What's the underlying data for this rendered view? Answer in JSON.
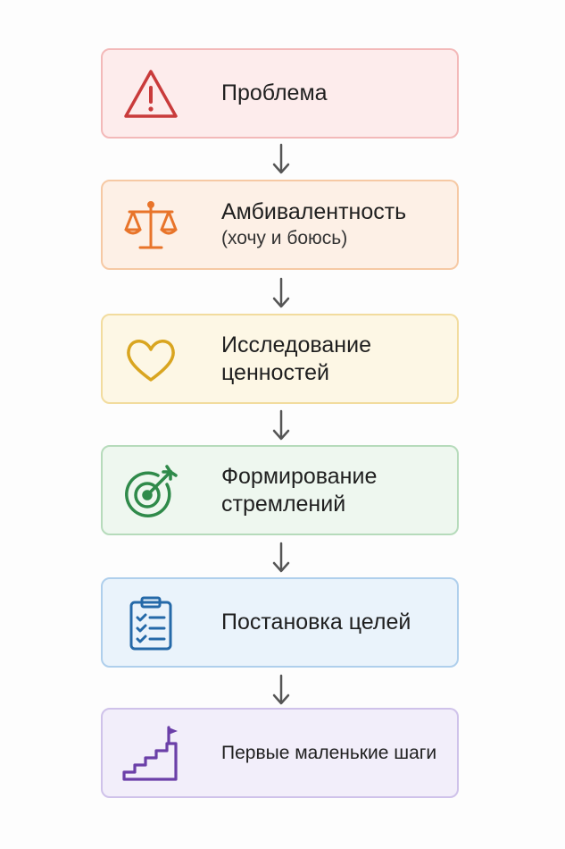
{
  "steps": [
    {
      "label": "Проблема",
      "icon": "warning-icon",
      "color": "#c93b3b"
    },
    {
      "label": "Амбивалентность",
      "sublabel": "(хочу и боюсь)",
      "icon": "scales-icon",
      "color": "#e8742a"
    },
    {
      "label_lines": [
        "Исследование",
        "ценностей"
      ],
      "icon": "heart-icon",
      "color": "#d9a520"
    },
    {
      "label_lines": [
        "Формирование",
        "стремлений"
      ],
      "icon": "target-icon",
      "color": "#2f8a4a"
    },
    {
      "label": "Постановка целей",
      "icon": "clipboard-checklist-icon",
      "color": "#2569a8"
    },
    {
      "label": "Первые маленькие шаги",
      "icon": "stairs-flag-icon",
      "color": "#6b3fa8"
    }
  ],
  "arrow_color": "#555555"
}
